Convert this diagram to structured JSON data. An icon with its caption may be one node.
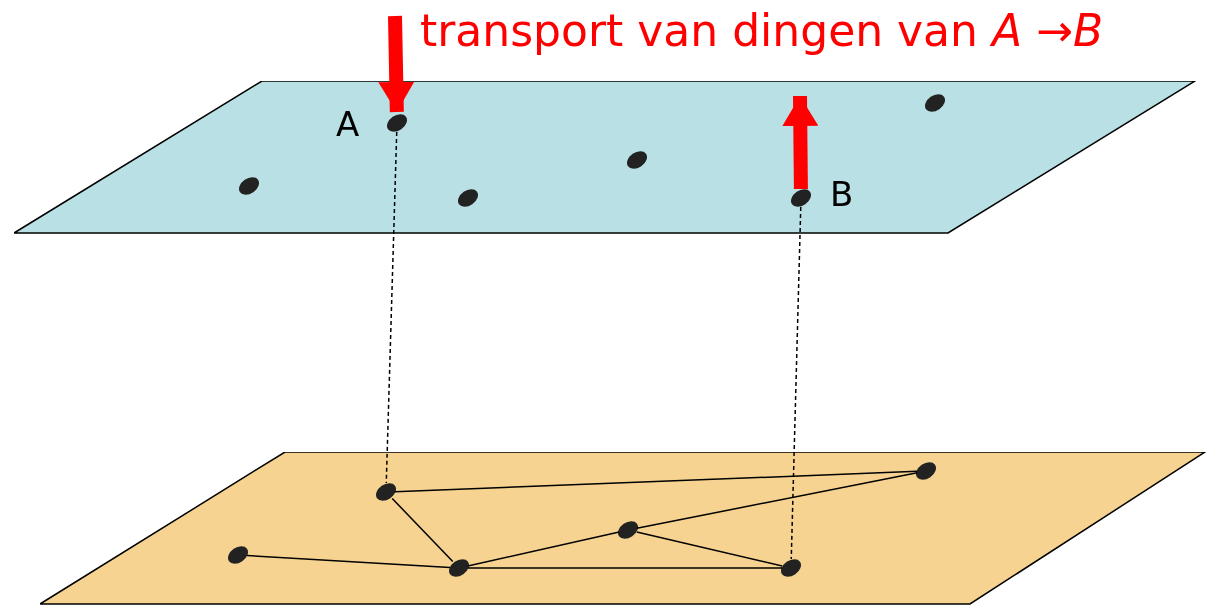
{
  "diagram": {
    "title": "transport van dingen van *A* →*B*",
    "nodes": [
      {
        "text": [],
        "shape": "parallelogram"
      },
      {
        "text": [],
        "shape": "parallelogram"
      },
      {
        "text": [],
        "shape": "ellipse",
        "in": 0
      },
      {
        "text": [],
        "shape": "ellipse",
        "in": 0,
        "beside": [
          "A"
        ]
      },
      {
        "text": [],
        "shape": "ellipse",
        "in": 0
      },
      {
        "text": [],
        "shape": "ellipse",
        "in": 0
      },
      {
        "text": [],
        "shape": "ellipse",
        "in": 0,
        "beside": [
          "B"
        ]
      },
      {
        "text": [],
        "shape": "ellipse",
        "in": 0
      },
      {
        "text": [],
        "shape": "ellipse",
        "in": 1
      },
      {
        "text": [],
        "shape": "ellipse",
        "in": 1
      },
      {
        "text": [],
        "shape": "ellipse",
        "in": 1
      },
      {
        "text": [],
        "shape": "ellipse",
        "in": 1
      },
      {
        "text": [],
        "shape": "ellipse",
        "in": 1
      },
      {
        "text": [],
        "shape": "ellipse",
        "in": 1
      }
    ],
    "edges": [
      {
        "from": null,
        "to": 3,
        "arrow": "to",
        "style": "thick",
        "color": "#ff0000"
      },
      {
        "from": 6,
        "to": null,
        "arrow": "to",
        "style": "thick",
        "color": "#ff0000"
      },
      {
        "from": 3,
        "to": 9,
        "arrow": "none",
        "style": "dashed"
      },
      {
        "from": 6,
        "to": 12,
        "arrow": "none",
        "style": "dashed"
      },
      {
        "from": 9,
        "to": 13,
        "arrow": "none"
      },
      {
        "from": 9,
        "to": 10,
        "arrow": "none"
      },
      {
        "from": 8,
        "to": 10,
        "arrow": "none"
      },
      {
        "from": 10,
        "to": 11,
        "arrow": "none"
      },
      {
        "from": 10,
        "to": 12,
        "arrow": "none"
      },
      {
        "from": 11,
        "to": 13,
        "arrow": "none"
      },
      {
        "from": 11,
        "to": 12,
        "arrow": "none"
      }
    ]
  }
}
